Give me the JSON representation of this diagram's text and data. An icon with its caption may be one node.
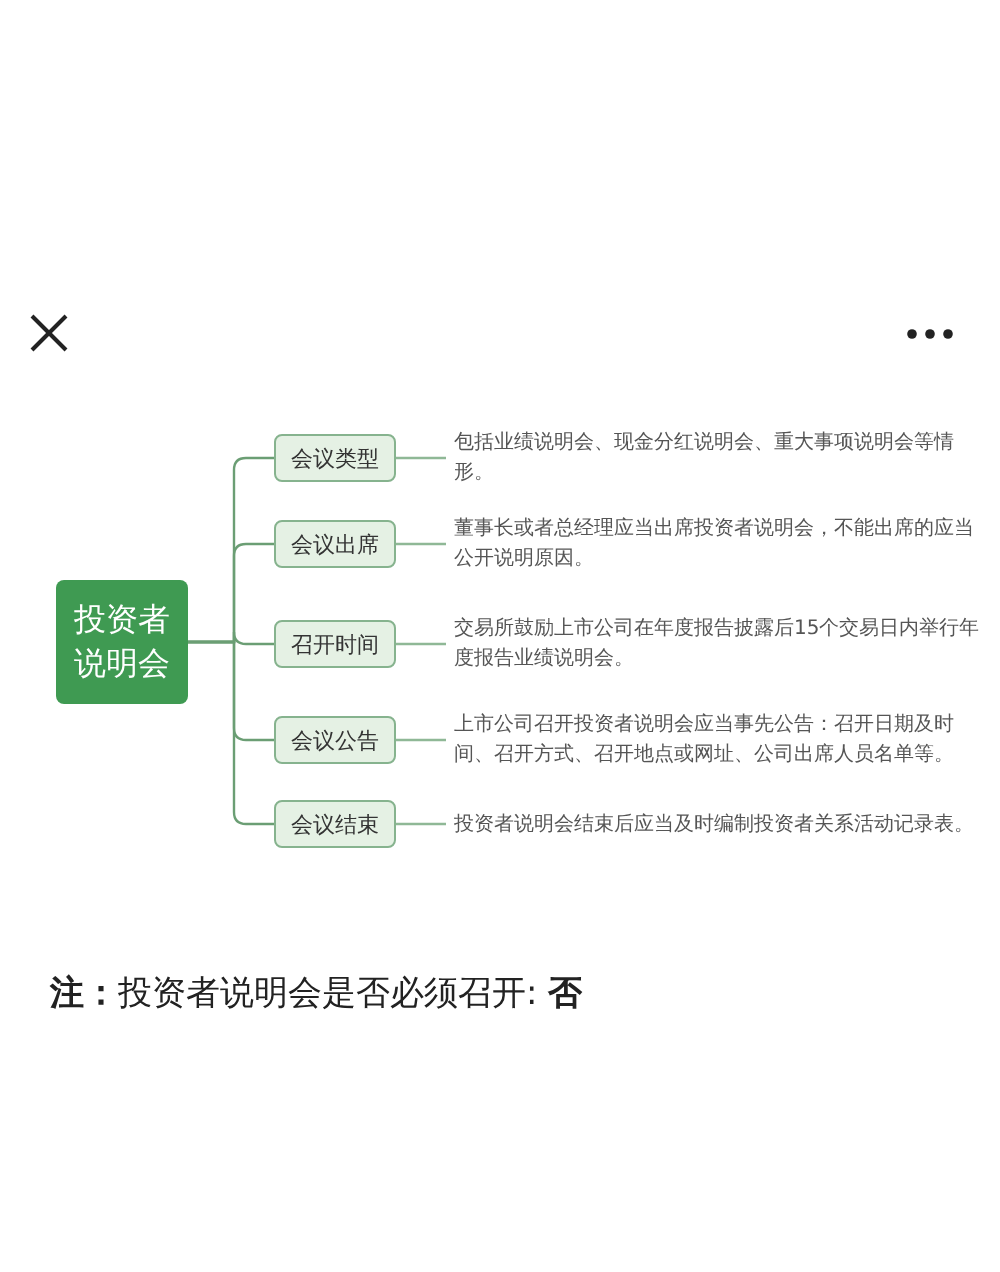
{
  "diagram": {
    "nodes": [
      {
        "text": [
          "投资者说明会"
        ]
      },
      {
        "text": [
          "会议类型"
        ]
      },
      {
        "text": [
          "会议出席"
        ]
      },
      {
        "text": [
          "召开时间"
        ]
      },
      {
        "text": [
          "会议公告"
        ]
      },
      {
        "text": [
          "会议结束"
        ]
      },
      {
        "text": [
          "包括业绩说明会、现金分红说明会、重大事项说明会等情形。"
        ]
      },
      {
        "text": [
          "董事长或者总经理应当出席投资者说明会，不能出席的应当公开说明原因。"
        ]
      },
      {
        "text": [
          "交易所鼓励上市公司在年度报告披露后15个交易日内举行年度报告业绩说明会。"
        ]
      },
      {
        "text": [
          "上市公司召开投资者说明会应当事先公告：召开日期及时间、召开方式、召开地点或网址、公司出席人员名单等。"
        ]
      },
      {
        "text": [
          "投资者说明会结束后应当及时编制投资者关系活动记录表。"
        ]
      }
    ],
    "edges": [
      {
        "from": 0,
        "to": 1,
        "arrow": "none"
      },
      {
        "from": 0,
        "to": 2,
        "arrow": "none"
      },
      {
        "from": 0,
        "to": 3,
        "arrow": "none"
      },
      {
        "from": 0,
        "to": 4,
        "arrow": "none"
      },
      {
        "from": 0,
        "to": 5,
        "arrow": "none"
      },
      {
        "from": 1,
        "to": 6,
        "arrow": "none"
      },
      {
        "from": 2,
        "to": 7,
        "arrow": "none"
      },
      {
        "from": 3,
        "to": 8,
        "arrow": "none"
      },
      {
        "from": 4,
        "to": 9,
        "arrow": "none"
      },
      {
        "from": 5,
        "to": 10,
        "arrow": "none"
      }
    ],
    "labels": [
      "**注：**投资者说明会是否必须召开: **否**"
    ]
  }
}
